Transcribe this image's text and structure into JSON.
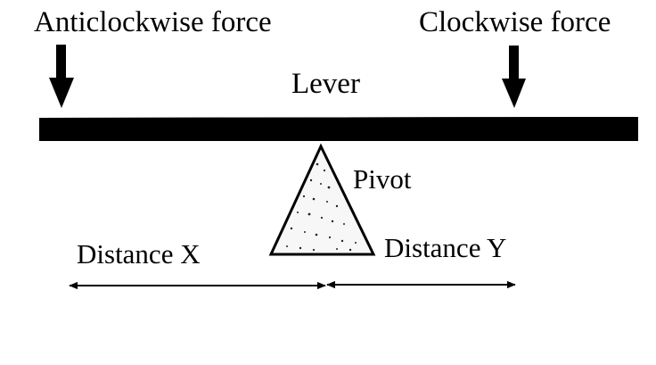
{
  "diagram": {
    "labels": {
      "anticlockwise_force": "Anticlockwise force",
      "clockwise_force": "Clockwise force",
      "lever": "Lever",
      "pivot": "Pivot",
      "distance_x": "Distance X",
      "distance_y": "Distance Y"
    },
    "colors": {
      "background": "#ffffff",
      "ink": "#000000",
      "pivot_fill": "#f7f7f7",
      "dots": "#222222"
    }
  }
}
